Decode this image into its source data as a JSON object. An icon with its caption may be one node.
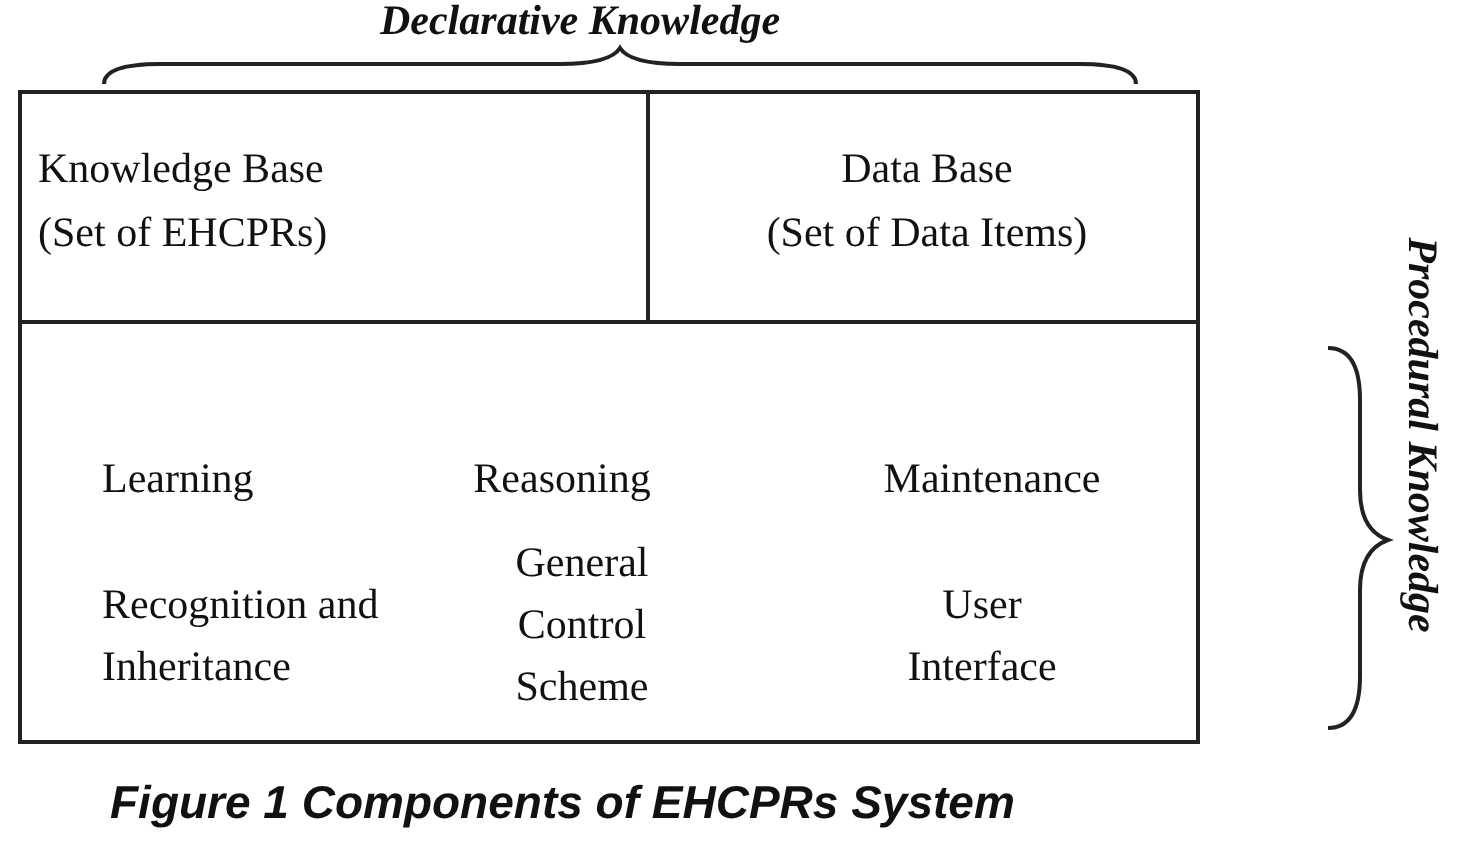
{
  "diagram": {
    "caption": "Figure 1 Components of EHCPRs System",
    "nodes": [
      {
        "text": [
          "Knowledge Base",
          "(Set of EHCPRs)"
        ]
      },
      {
        "text": [
          "Data Base",
          "(Set of Data Items)"
        ]
      },
      {
        "text": [
          "Learning",
          "Reasoning",
          "Maintenance",
          "Recognition and Inheritance",
          "General Control Scheme",
          "User Interface"
        ]
      }
    ],
    "labels": [
      "Declarative Knowledge",
      "Procedural Knowledge"
    ]
  }
}
